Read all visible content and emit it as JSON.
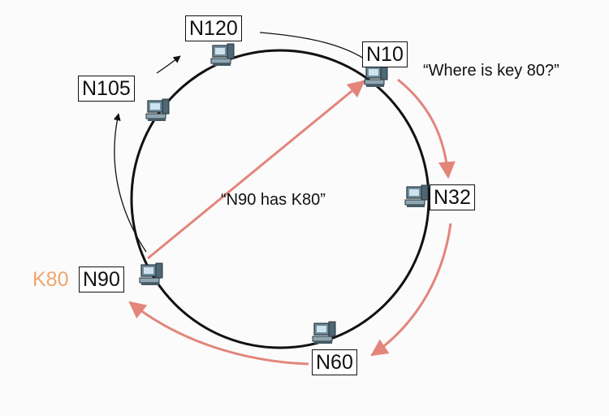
{
  "nodes": {
    "n120": "N120",
    "n10": "N10",
    "n105": "N105",
    "n32": "N32",
    "n90": "N90",
    "n60": "N60"
  },
  "key_label": "K80",
  "query_text": "“Where is key 80?”",
  "reply_text": "“N90 has K80”",
  "colors": {
    "ring": "#111111",
    "lookup_arrow": "#e3857b",
    "key": "#f1a56c",
    "finger_arrow": "#111111"
  },
  "icons": [
    "computer-icon"
  ]
}
